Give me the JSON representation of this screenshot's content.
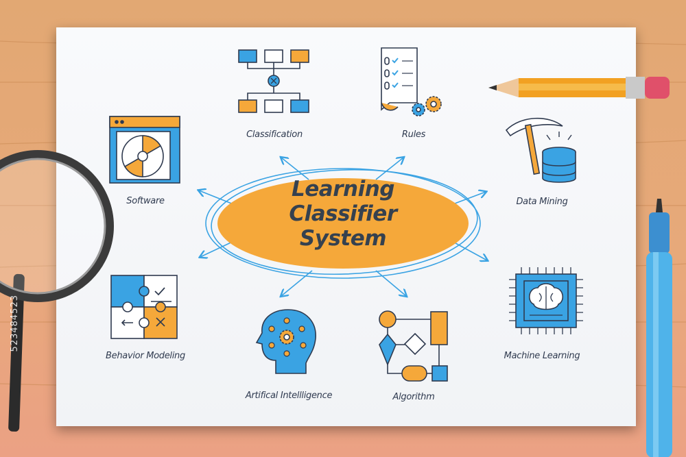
{
  "center": {
    "line1": "Learning",
    "line2": "Classifier",
    "line3": "System"
  },
  "nodes": {
    "classification": "Classification",
    "rules": "Rules",
    "software": "Software",
    "data_mining": "Data Mining",
    "behavior_modeling": "Behavior Modeling",
    "artificial_intelligence": "Artifical Intellligence",
    "algorithm": "Algorithm",
    "machine_learning": "Machine Learning"
  },
  "watermark": "523484523",
  "colors": {
    "orange": "#f5a83a",
    "blue": "#3aa3e3",
    "dark": "#2f3a4f",
    "paper": "#f5f6f8"
  }
}
